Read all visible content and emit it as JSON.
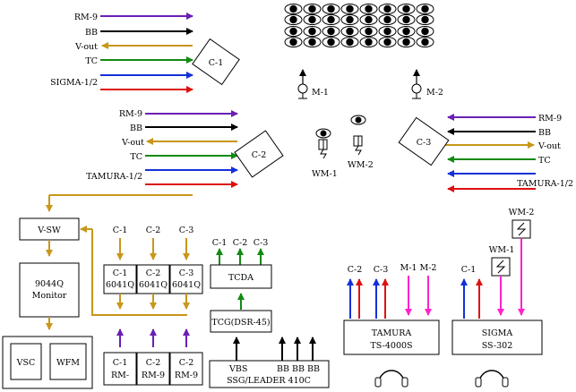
{
  "colors": {
    "rm9": "#6a1fb5",
    "bb": "#000000",
    "vout": "#c8961a",
    "tc": "#138a13",
    "sigma": "#1530d8",
    "red": "#dd1111",
    "mic": "#ff22cc"
  },
  "left_signals": [
    "RM-9",
    "BB",
    "V-out",
    "TC",
    "SIGMA-1/2"
  ],
  "cam1": {
    "label": "C-1"
  },
  "mid_signals": [
    "RM-9",
    "BB",
    "V-out",
    "TC",
    "TAMURA-1/2"
  ],
  "cam2": {
    "label": "C-2"
  },
  "cam3": {
    "label": "C-3"
  },
  "right_signals": [
    "RM-9",
    "BB",
    "V-out",
    "TC",
    "TAMURA-1/2"
  ],
  "mics": {
    "m1": "M-1",
    "m2": "M-2",
    "wm1": "WM-1",
    "wm2": "WM-2"
  },
  "vsw": {
    "label": "V-SW"
  },
  "monitor": {
    "line1": "9044Q",
    "line2": "Monitor"
  },
  "vsc": {
    "label": "VSC"
  },
  "wfm": {
    "label": "WFM"
  },
  "ccu_inputs": [
    "C-1",
    "C-2",
    "C-3"
  ],
  "ccu": [
    {
      "line1": "C-1",
      "line2": "6041Q"
    },
    {
      "line1": "C-2",
      "line2": "6041Q"
    },
    {
      "line1": "C-3",
      "line2": "6041Q"
    }
  ],
  "rm": [
    {
      "line1": "C-1",
      "line2": "RM-"
    },
    {
      "line1": "C-2",
      "line2": "RM-9"
    },
    {
      "line1": "C-2",
      "line2": "RM-9"
    }
  ],
  "tcda": {
    "label": "TCDA",
    "outputs": [
      "C-1",
      "C-2",
      "C-3"
    ]
  },
  "tcg": {
    "label": "TCG(DSR-45)"
  },
  "ssg": {
    "vbs": "VBS",
    "bb": "BB BB BB",
    "label": "SSG/LEADER 410C"
  },
  "tamura": {
    "in_left": [
      "C-2",
      "C-3"
    ],
    "in_mic": [
      "M-1",
      "M-2"
    ],
    "line1": "TAMURA",
    "line2": "TS-4000S"
  },
  "sigma": {
    "in_left": "C-1",
    "line1": "SIGMA",
    "line2": "SS-302"
  },
  "wireless": {
    "wm1": "WM-1",
    "wm2": "WM-2"
  }
}
